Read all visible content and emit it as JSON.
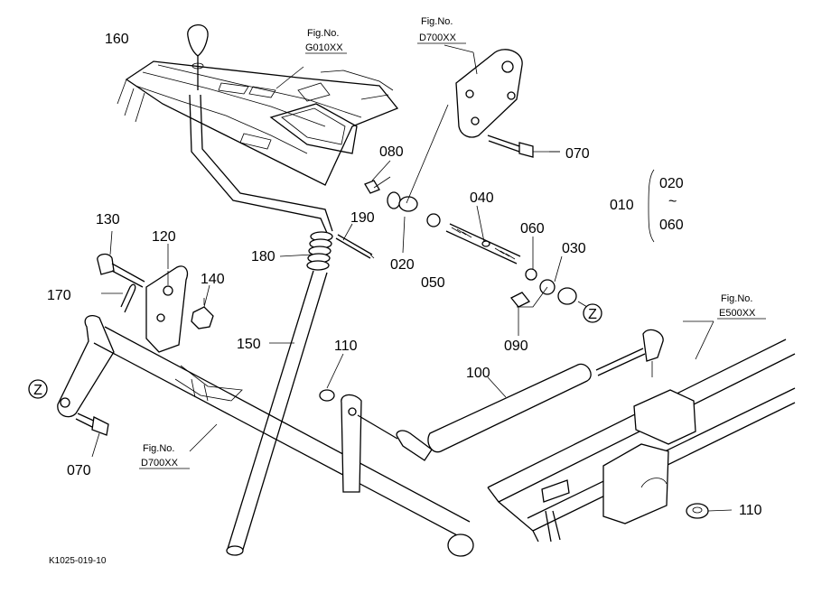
{
  "labels": {
    "p160": "160",
    "p070a": "070",
    "p080": "080",
    "p040": "040",
    "p010": "010",
    "p020a": "020",
    "tilde": "~",
    "p060a": "060",
    "p190": "190",
    "p130": "130",
    "p120": "120",
    "p180": "180",
    "p020b": "020",
    "p050": "050",
    "p060b": "060",
    "p030": "030",
    "p140": "140",
    "p170": "170",
    "p090": "090",
    "p150": "150",
    "p110a": "110",
    "p100": "100",
    "p070b": "070",
    "p110b": "110",
    "z1": "Z",
    "z2": "Z"
  },
  "fig_refs": {
    "g010_line1": "Fig.No.",
    "g010_line2": "G010XX",
    "d700_top_line1": "Fig.No.",
    "d700_top_line2": "D700XX",
    "e500_line1": "Fig.No.",
    "e500_line2": "E500XX",
    "d700_bottom_line1": "Fig.No.",
    "d700_bottom_line2": "D700XX"
  },
  "drawing_code": "K1025-019-10"
}
